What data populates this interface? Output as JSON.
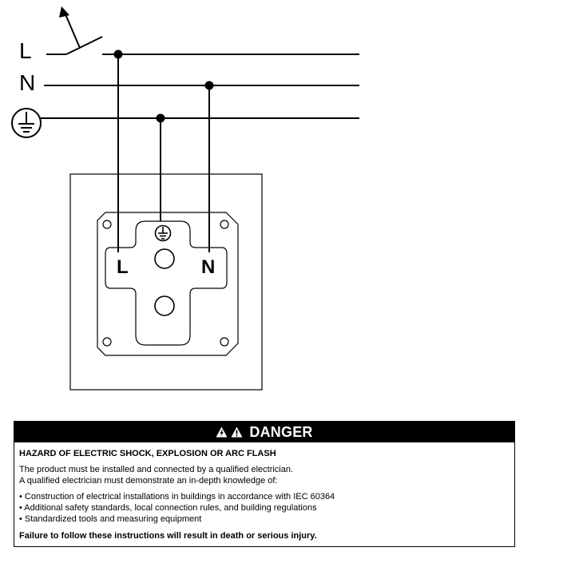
{
  "diagram": {
    "line_labels": {
      "live": "L",
      "neutral": "N"
    },
    "socket_labels": {
      "live": "L",
      "neutral": "N"
    },
    "icons": {
      "switch": "switch-arrow-icon",
      "earth": "earth-ground-icon",
      "socket_earth": "socket-earth-icon"
    }
  },
  "danger": {
    "title": "DANGER",
    "hazard": "HAZARD OF ELECTRIC SHOCK, EXPLOSION OR ARC FLASH",
    "intro": [
      "The product must be installed and connected by a qualified electrician.",
      "A qualified electrician must demonstrate an in-depth knowledge of:"
    ],
    "bullets": [
      "• Construction of electrical installations in buildings in accordance with IEC 60364",
      "• Additional safety standards, local connection rules, and building regulations",
      "• Standardized tools and measuring equipment"
    ],
    "footer": "Failure to follow these instructions will result in death or serious injury.",
    "icons": [
      "electric-shock-warning-icon",
      "general-warning-icon"
    ]
  }
}
